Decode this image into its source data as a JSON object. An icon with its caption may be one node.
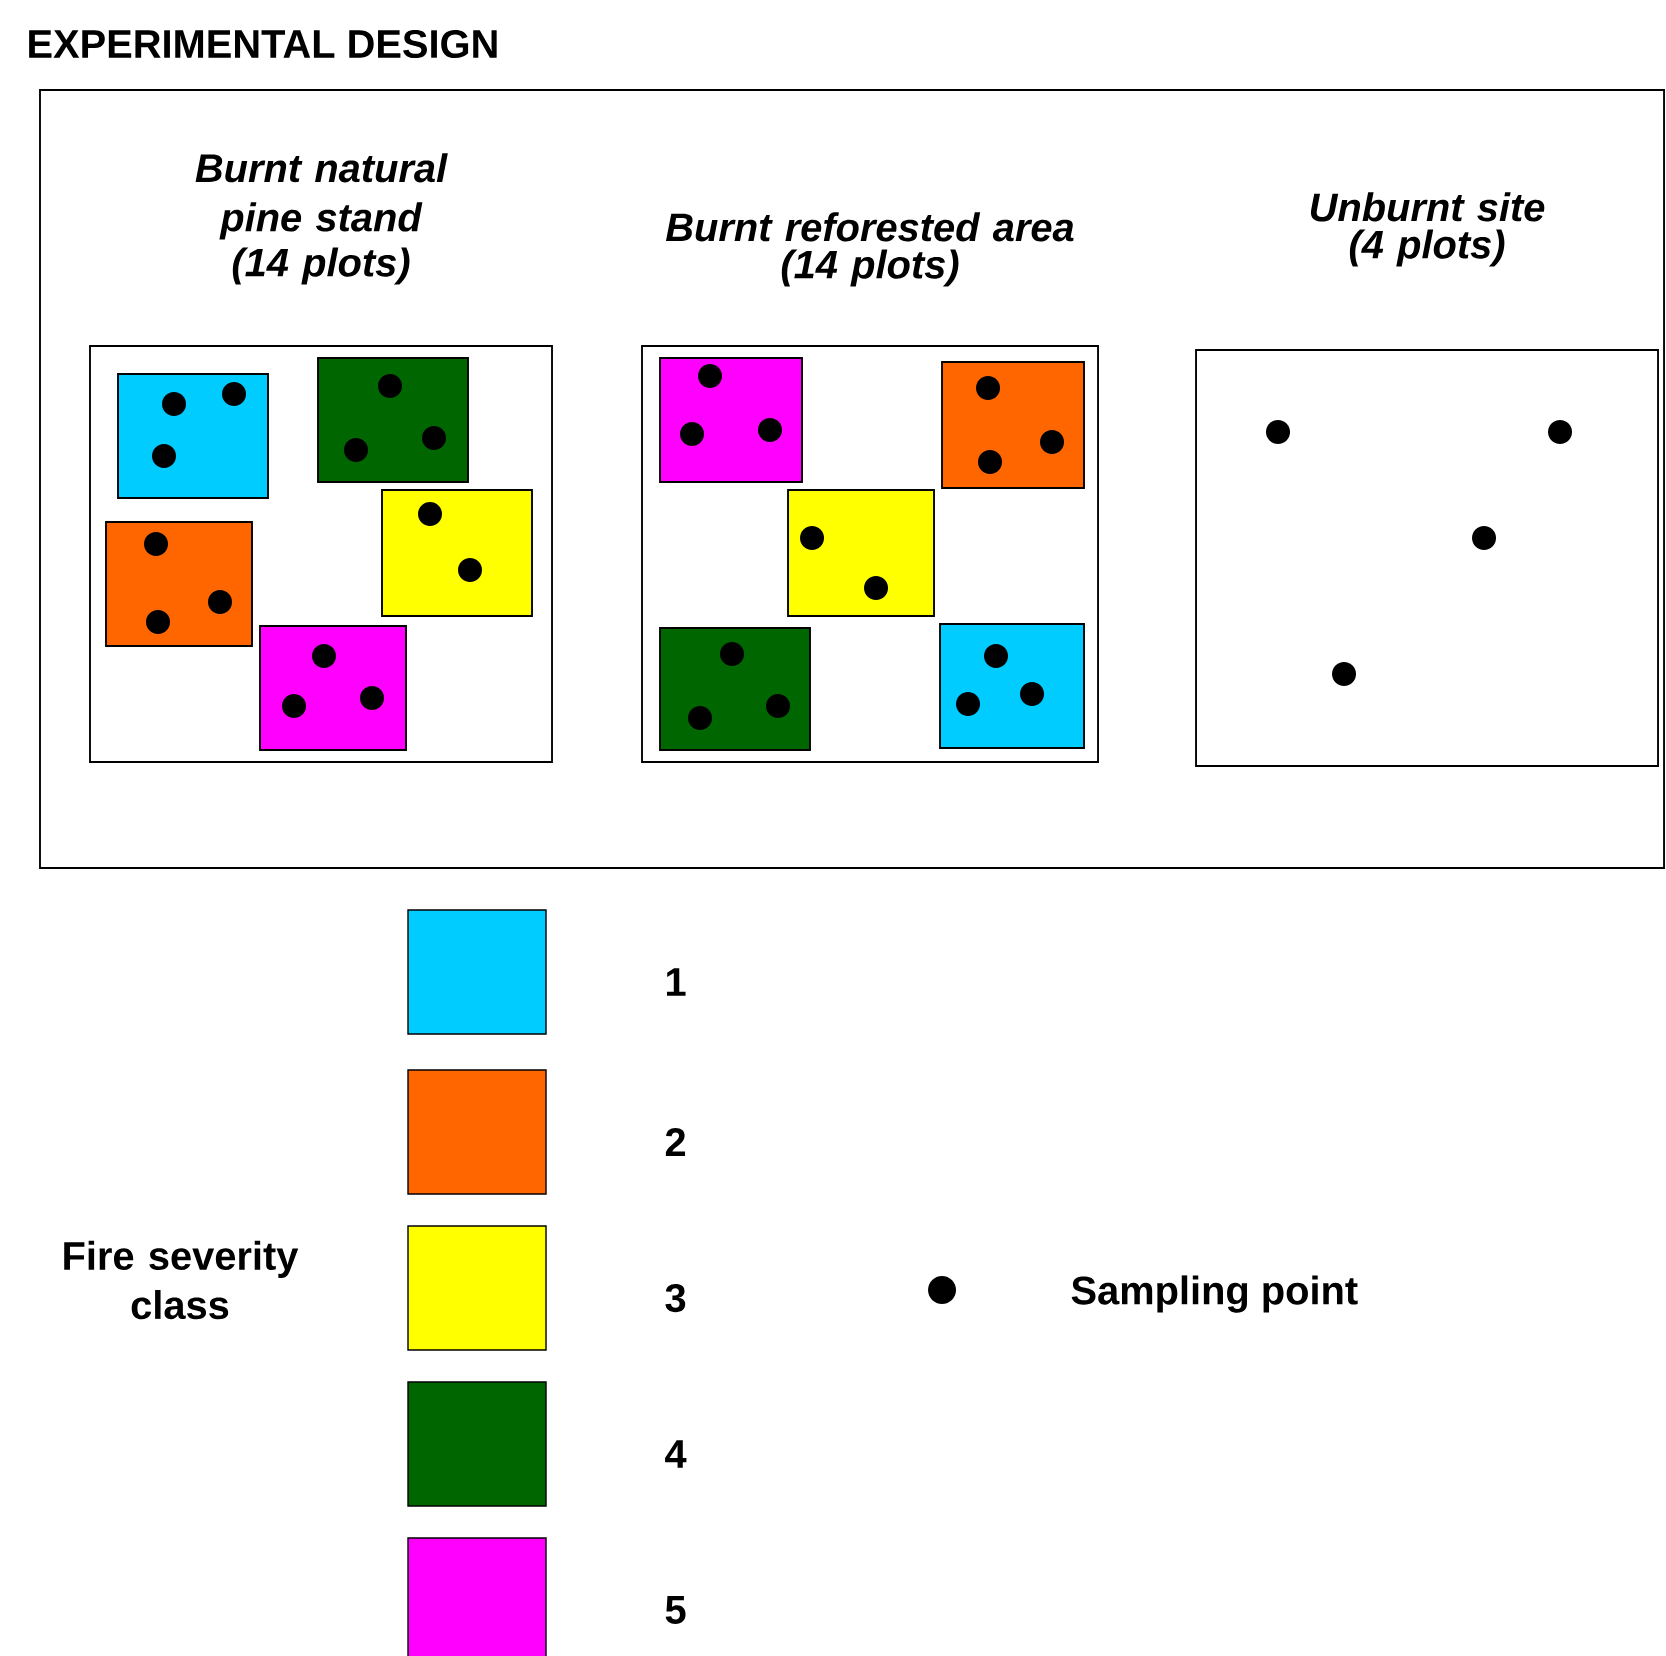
{
  "diagram": {
    "title": "EXPERIMENTAL DESIGN",
    "nodes": [
      {
        "text": [],
        "shape": "box"
      },
      {
        "text": [
          "Burnt natural pine stand",
          "(14 plots)"
        ],
        "in": 0
      },
      {
        "text": [],
        "shape": "box",
        "in": 1
      },
      {
        "text": [],
        "shape": "box",
        "in": 1
      },
      {
        "text": [],
        "shape": "box",
        "in": 1
      },
      {
        "text": [],
        "shape": "box",
        "in": 1
      },
      {
        "text": [],
        "shape": "box",
        "in": 1
      },
      {
        "text": [
          "Burnt reforested area",
          "(14 plots)"
        ],
        "in": 0
      },
      {
        "text": [],
        "shape": "box",
        "in": 7
      },
      {
        "text": [],
        "shape": "box",
        "in": 7
      },
      {
        "text": [],
        "shape": "box",
        "in": 7
      },
      {
        "text": [],
        "shape": "box",
        "in": 7
      },
      {
        "text": [],
        "shape": "box",
        "in": 7
      },
      {
        "text": [
          "Unburnt site",
          "(4 plots)"
        ],
        "in": 0
      }
    ],
    "labels": [
      "Fire severity class"
    ],
    "legend": [
      {
        "text": "1",
        "color": "#00ccff"
      },
      {
        "text": "2",
        "color": "#ff6600"
      },
      {
        "text": "3",
        "color": "#ffff00"
      },
      {
        "text": "4",
        "color": "#006600"
      },
      {
        "text": "5",
        "color": "#ff00ff"
      },
      {
        "text": "Sampling point"
      }
    ]
  }
}
